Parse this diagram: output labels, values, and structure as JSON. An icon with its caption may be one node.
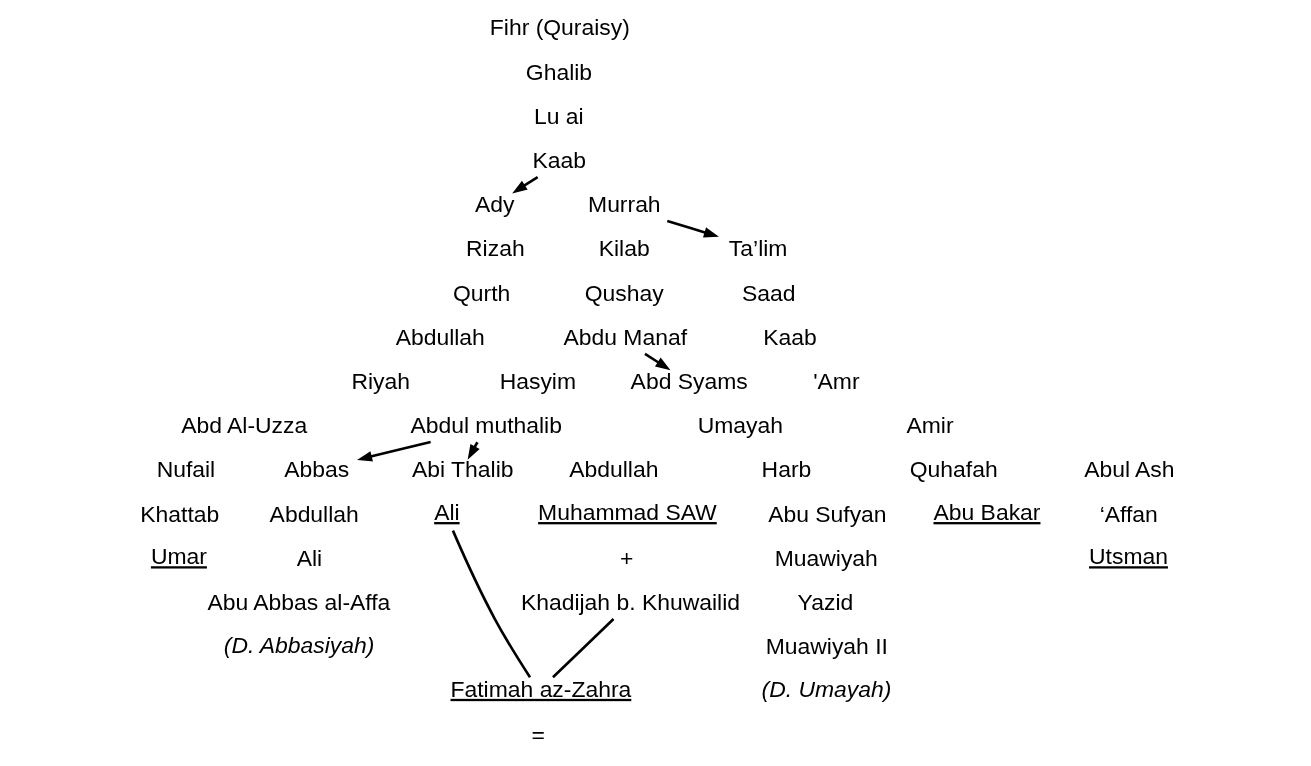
{
  "diagram": {
    "nodes": [
      {
        "text": [
          "Fihr (Quraisy)"
        ]
      },
      {
        "text": [
          "Ghalib"
        ]
      },
      {
        "text": [
          "Lu ai"
        ]
      },
      {
        "text": [
          "Kaab"
        ]
      },
      {
        "text": [
          "Ady"
        ]
      },
      {
        "text": [
          "Murrah"
        ]
      },
      {
        "text": [
          "Rizah"
        ]
      },
      {
        "text": [
          "Kilab"
        ]
      },
      {
        "text": [
          "Ta’lim"
        ]
      },
      {
        "text": [
          "Qurth"
        ]
      },
      {
        "text": [
          "Qushay"
        ]
      },
      {
        "text": [
          "Saad"
        ]
      },
      {
        "text": [
          "Abdullah"
        ]
      },
      {
        "text": [
          "Abdu Manaf"
        ]
      },
      {
        "text": [
          "Kaab"
        ]
      },
      {
        "text": [
          "Riyah"
        ]
      },
      {
        "text": [
          "Hasyim"
        ]
      },
      {
        "text": [
          "Abd Syams"
        ]
      },
      {
        "text": [
          "'Amr"
        ]
      },
      {
        "text": [
          "Abd Al-Uzza"
        ]
      },
      {
        "text": [
          "Abdul muthalib"
        ]
      },
      {
        "text": [
          "Umayah"
        ]
      },
      {
        "text": [
          "Amir"
        ]
      },
      {
        "text": [
          "Nufail"
        ]
      },
      {
        "text": [
          "Abbas"
        ]
      },
      {
        "text": [
          "Abi Thalib"
        ]
      },
      {
        "text": [
          "Abdullah"
        ]
      },
      {
        "text": [
          "Harb"
        ]
      },
      {
        "text": [
          "Abul Ash"
        ]
      },
      {
        "text": [
          "Quhafah"
        ]
      },
      {
        "text": [
          "Khattab"
        ]
      },
      {
        "text": [
          "Abdullah"
        ]
      },
      {
        "text": [
          "Ali"
        ]
      },
      {
        "text": [
          "Muhammad SAW"
        ]
      },
      {
        "text": [
          "Abu Sufyan"
        ]
      },
      {
        "text": [
          "‘Affan"
        ]
      },
      {
        "text": [
          "Abu Bakar"
        ]
      },
      {
        "text": [
          "Umar"
        ]
      },
      {
        "text": [
          "Ali"
        ]
      },
      {
        "text": [
          "Muawiyah"
        ]
      },
      {
        "text": [
          "Utsman"
        ]
      },
      {
        "text": [
          "Abu Abbas al-Affa"
        ]
      },
      {
        "text": [
          "Khadijah b. Khuwailid"
        ]
      },
      {
        "text": [
          "Yazid"
        ]
      },
      {
        "text": [
          "(D. Abbasiyah)"
        ]
      },
      {
        "text": [
          "Muawiyah II"
        ]
      },
      {
        "text": [
          "Fatimah az-Zahra"
        ]
      },
      {
        "text": [
          "(D. Umayah)"
        ]
      }
    ],
    "edges": [
      {
        "from": 3,
        "to": 4,
        "arrow": "to"
      },
      {
        "from": 5,
        "to": 8,
        "arrow": "to"
      },
      {
        "from": 13,
        "to": 17,
        "arrow": "to"
      },
      {
        "from": 20,
        "to": 24,
        "arrow": "to"
      },
      {
        "from": 20,
        "to": 25,
        "arrow": "to"
      },
      {
        "from": 32,
        "to": 46,
        "arrow": "none"
      },
      {
        "from": 42,
        "to": 46,
        "arrow": "none"
      }
    ],
    "labels": [
      "+",
      "="
    ]
  }
}
